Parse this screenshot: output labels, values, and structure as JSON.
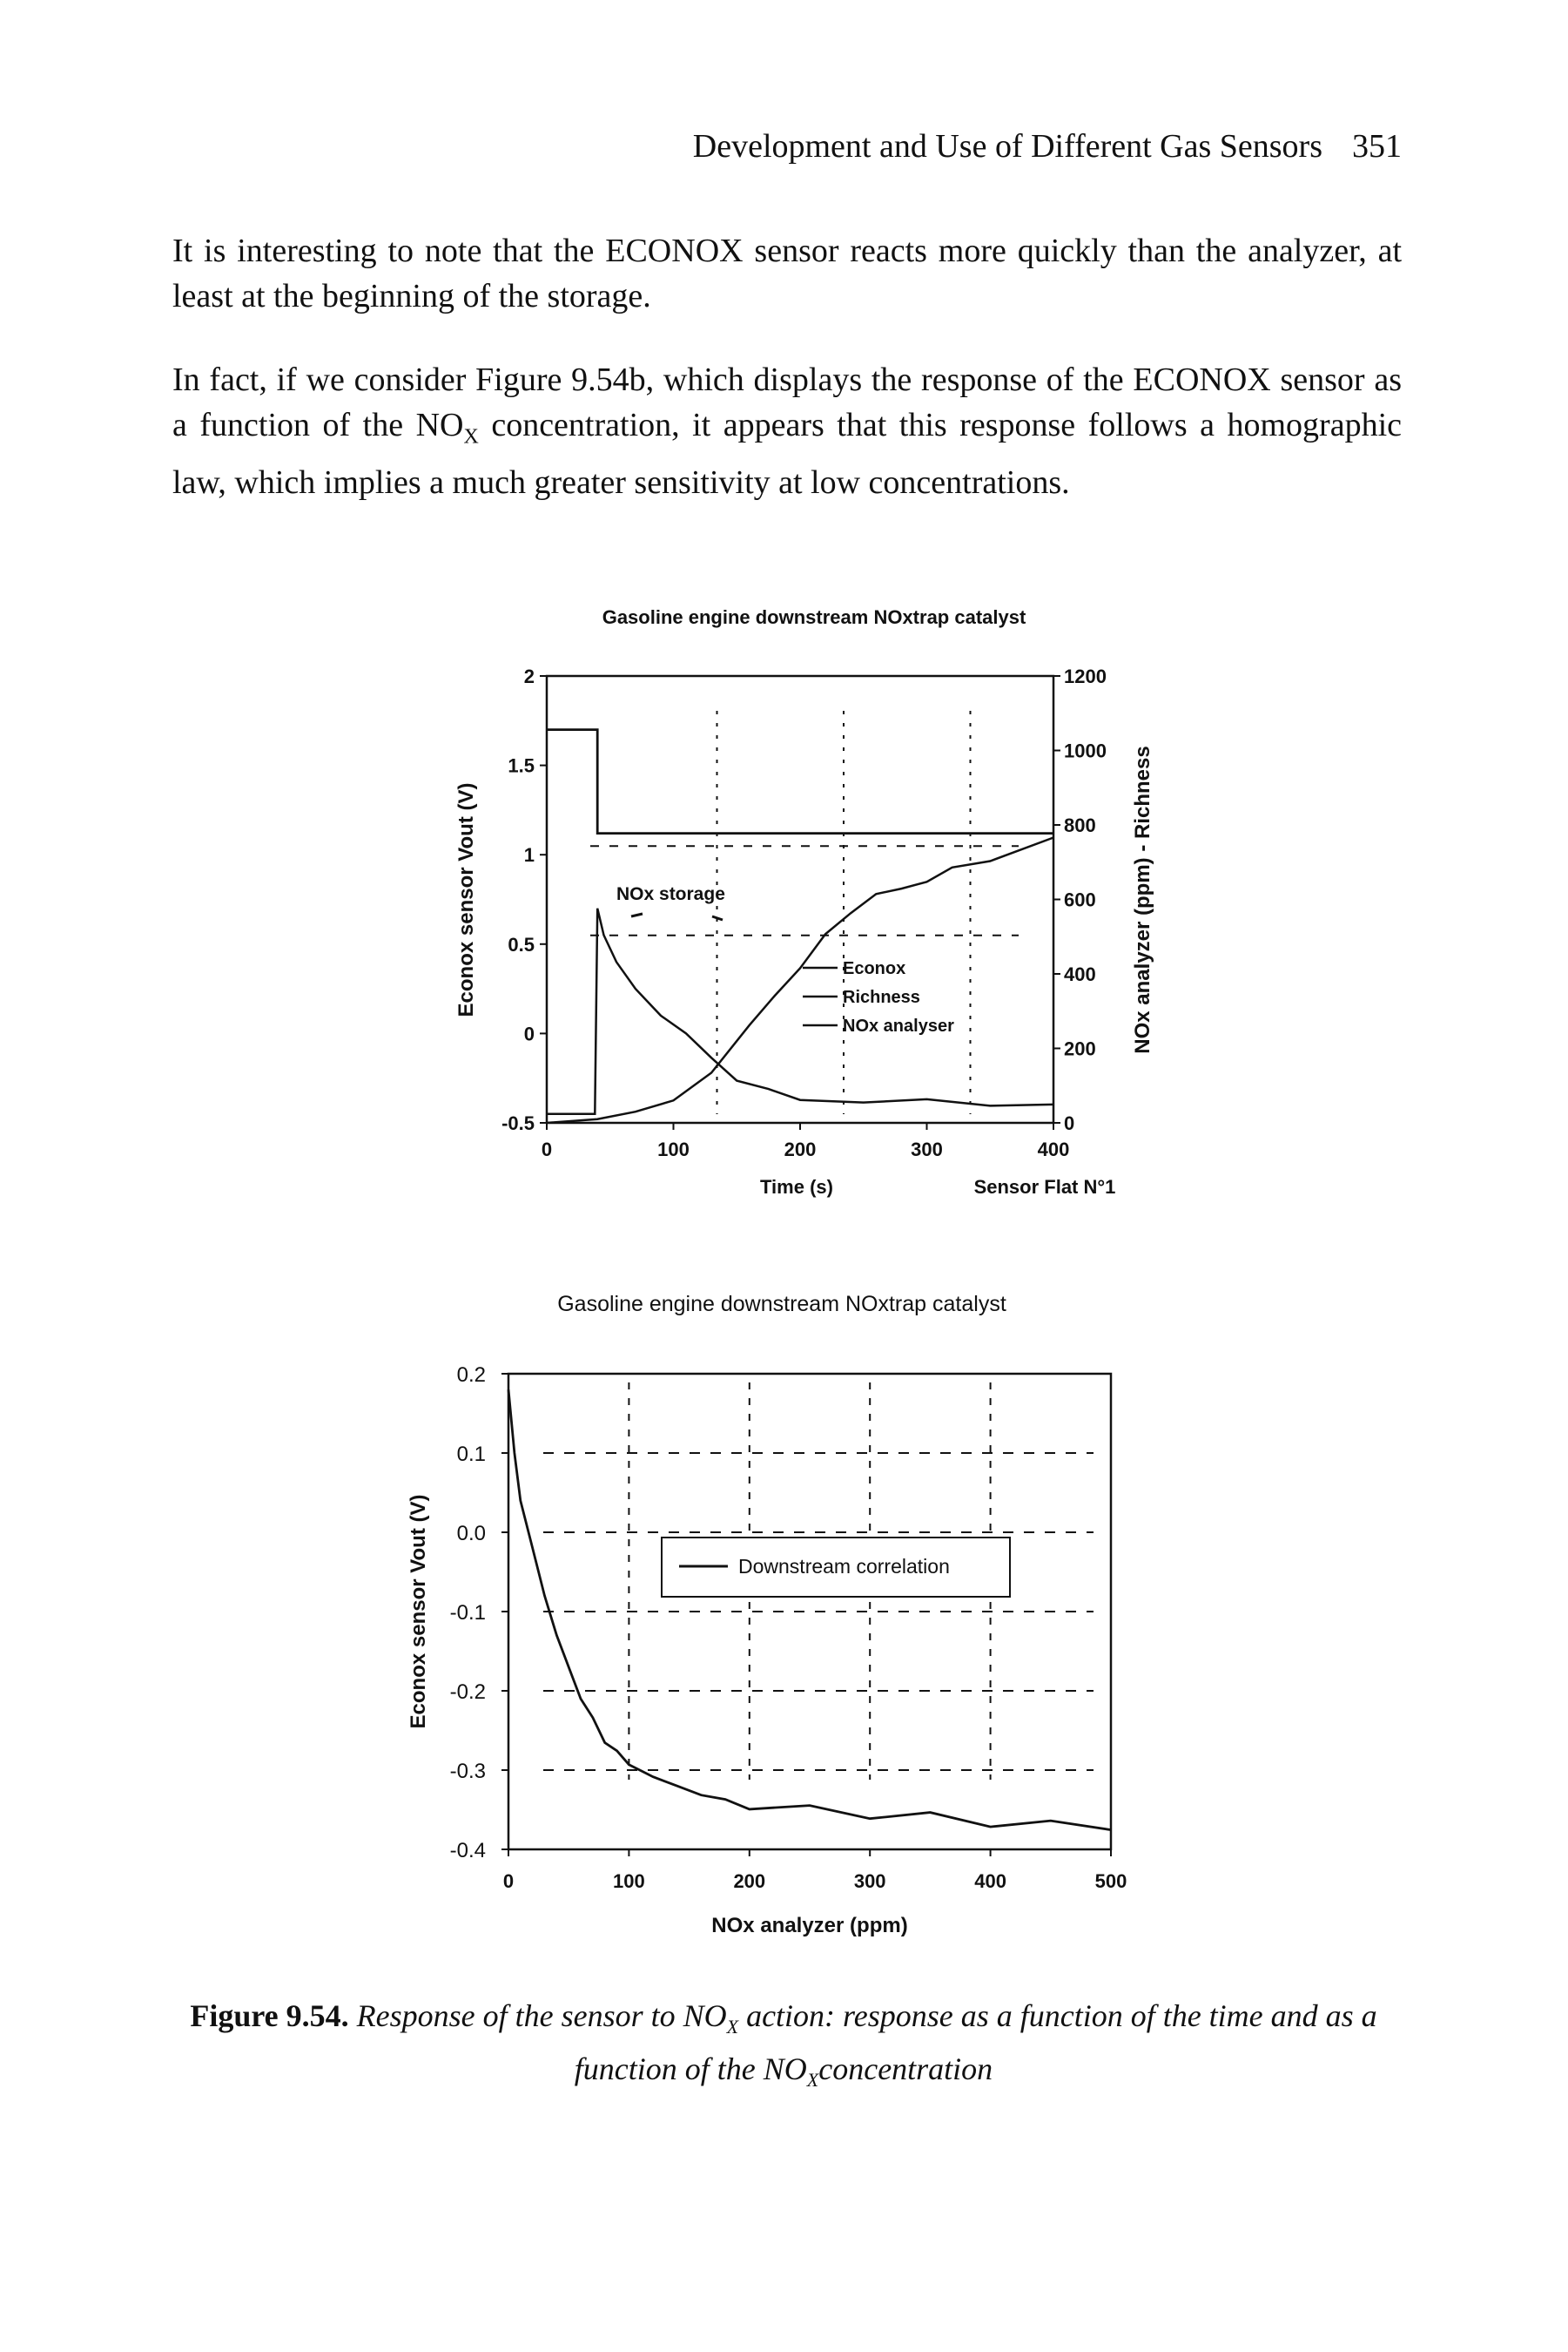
{
  "header": {
    "running_title": "Development and Use of Different Gas Sensors",
    "page_number": "351"
  },
  "body": {
    "para1": "It is interesting to note that the ECONOX sensor reacts more quickly than the analyzer, at least at the beginning of the storage.",
    "para2_parts": {
      "a": "In fact, if we consider Figure 9.54b, which displays the response of the ECONOX sensor as a function of the NO",
      "sub": "X",
      "b": " concentration, it appears that this response follows a homographic law, which implies a much greater sensitivity at low concentrations."
    }
  },
  "caption": {
    "label": "Figure 9.54.",
    "text1": " Response of the sensor to NO",
    "sub1": "X",
    "text2": " action: response as a function of the time and as a function of the NO",
    "sub2": "X",
    "text3": "concentration"
  },
  "chart_data": [
    {
      "type": "line",
      "title": "Gasoline engine downstream NOxtrap catalyst",
      "xlabel": "Time (s)",
      "ylabel": "Econox sensor Vout (V)",
      "y2label": "NOx analyzer (ppm) - Richness",
      "note": "Sensor Flat N°1",
      "xlim": [
        0,
        400
      ],
      "ylim": [
        -0.5,
        2
      ],
      "y2lim": [
        0,
        1200
      ],
      "x_ticks": [
        "0",
        "100",
        "200",
        "300",
        "400"
      ],
      "y_ticks": [
        "2",
        "1.5",
        "1",
        "0.5",
        "0",
        "-0.5"
      ],
      "y2_ticks": [
        "1200",
        "1000",
        "800",
        "600",
        "400",
        "200",
        "0"
      ],
      "annotation": "NOx storage",
      "legend": [
        "Econox",
        "Richness",
        "NOx analyser"
      ],
      "grid": "dashed",
      "series": [
        {
          "name": "Econox",
          "axis": "left",
          "x": [
            0,
            38,
            40,
            45,
            55,
            70,
            90,
            110,
            130,
            150,
            175,
            200,
            250,
            300,
            350,
            400
          ],
          "y": [
            -0.45,
            -0.45,
            0.7,
            0.55,
            0.4,
            0.25,
            0.1,
            0.0,
            -0.15,
            -0.25,
            -0.32,
            -0.37,
            -0.38,
            -0.38,
            -0.39,
            -0.41
          ]
        },
        {
          "name": "Richness",
          "axis": "left",
          "x": [
            0,
            38,
            38,
            40,
            40,
            400
          ],
          "y": [
            1.7,
            1.7,
            1.7,
            1.7,
            1.12,
            1.12
          ]
        },
        {
          "name": "NOx analyser",
          "axis": "right",
          "x": [
            0,
            40,
            70,
            100,
            130,
            160,
            180,
            200,
            220,
            240,
            260,
            280,
            300,
            320,
            350,
            400
          ],
          "y": [
            0,
            10,
            30,
            60,
            140,
            260,
            340,
            420,
            500,
            570,
            610,
            630,
            650,
            680,
            710,
            760
          ]
        }
      ]
    },
    {
      "type": "scatter",
      "title": "Gasoline engine downstream NOxtrap catalyst",
      "xlabel": "NOx analyzer (ppm)",
      "ylabel": "Econox sensor Vout (V)",
      "xlim": [
        0,
        500
      ],
      "ylim": [
        -0.4,
        0.2
      ],
      "x_ticks": [
        "0",
        "100",
        "200",
        "300",
        "400",
        "500"
      ],
      "y_ticks": [
        "0.2",
        "0.1",
        "0.0",
        "-0.1",
        "-0.2",
        "-0.3",
        "-0.4"
      ],
      "legend": [
        "Downstream correlation"
      ],
      "grid": "dashed",
      "series": [
        {
          "name": "Downstream correlation",
          "x": [
            0,
            5,
            10,
            20,
            30,
            40,
            50,
            60,
            70,
            80,
            90,
            100,
            120,
            140,
            160,
            180,
            200,
            250,
            300,
            350,
            400,
            450,
            500
          ],
          "y": [
            0.18,
            0.1,
            0.04,
            -0.02,
            -0.08,
            -0.13,
            -0.17,
            -0.21,
            -0.24,
            -0.26,
            -0.28,
            -0.29,
            -0.31,
            -0.32,
            -0.33,
            -0.34,
            -0.345,
            -0.35,
            -0.355,
            -0.36,
            -0.365,
            -0.37,
            -0.37
          ]
        }
      ]
    }
  ]
}
